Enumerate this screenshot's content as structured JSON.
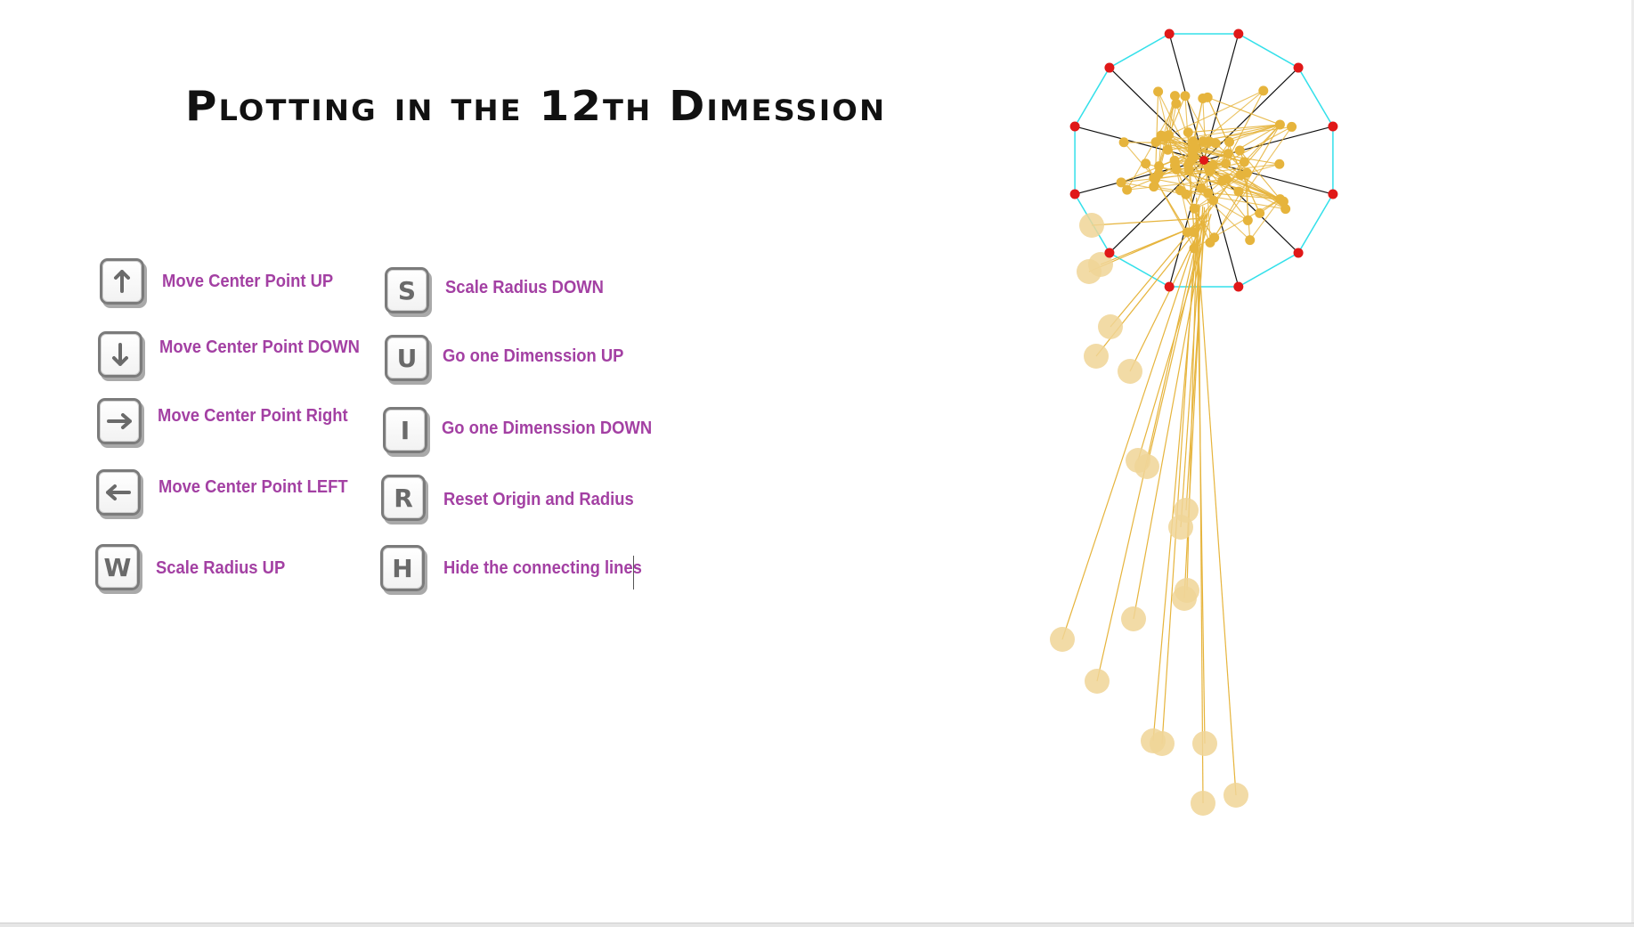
{
  "app": {
    "title": "Plotting in the 12th Dimession"
  },
  "controls": [
    {
      "key": "arrow-up",
      "key_label": "",
      "icon": "arrow-up-icon",
      "label": "Move Center Point UP"
    },
    {
      "key": "arrow-down",
      "key_label": "",
      "icon": "arrow-down-icon",
      "label": "Move Center Point DOWN"
    },
    {
      "key": "arrow-right",
      "key_label": "",
      "icon": "arrow-right-icon",
      "label": "Move Center Point Right"
    },
    {
      "key": "arrow-left",
      "key_label": "",
      "icon": "arrow-left-icon",
      "label": "Move Center Point LEFT"
    },
    {
      "key": "w",
      "key_label": "W",
      "label": "Scale Radius UP"
    },
    {
      "key": "s",
      "key_label": "S",
      "label": "Scale Radius DOWN"
    },
    {
      "key": "u",
      "key_label": "U",
      "label": "Go one Dimenssion UP"
    },
    {
      "key": "i",
      "key_label": "I",
      "label": "Go one Dimenssion DOWN"
    },
    {
      "key": "r",
      "key_label": "R",
      "label": "Reset Origin and Radius"
    },
    {
      "key": "h",
      "key_label": "H",
      "label": "Hide the connecting lines"
    }
  ],
  "colors": {
    "label": "#a340a3",
    "polygon": "#33e0ea",
    "anchor": "#e01818",
    "point": "#e6b43c",
    "faded_point": "#f0d596",
    "spoke": "#111111"
  },
  "plot": {
    "dimensions": 12
  }
}
